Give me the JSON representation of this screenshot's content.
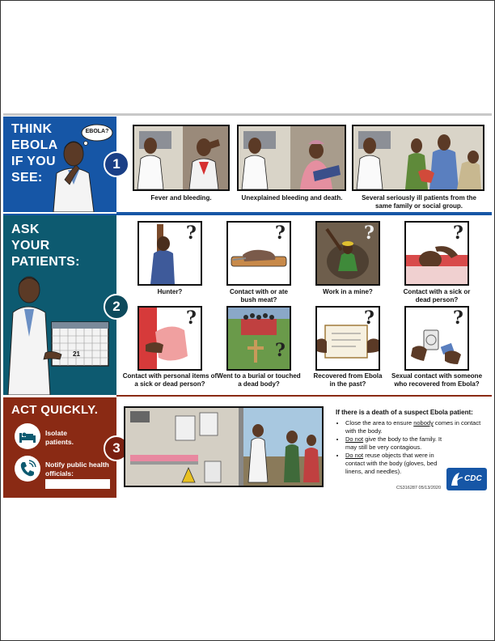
{
  "section1": {
    "heading_lines": [
      "THINK",
      "EBOLA",
      "IF YOU",
      "SEE:"
    ],
    "bubble": "EBOLA?",
    "number": "1",
    "panels": [
      {
        "caption": "Fever and bleeding."
      },
      {
        "caption": "Unexplained bleeding and death."
      },
      {
        "caption": "Several seriously ill patients from the same family or social group."
      }
    ]
  },
  "section2": {
    "heading_lines": [
      "ASK",
      "YOUR",
      "PATIENTS:"
    ],
    "number": "2",
    "calendar_day": "21",
    "panels": [
      {
        "caption": "Hunter?"
      },
      {
        "caption": "Contact with or ate bush meat?"
      },
      {
        "caption": "Work in a mine?"
      },
      {
        "caption": "Contact with a sick or dead person?"
      },
      {
        "caption": "Contact with personal items of a sick or dead person?"
      },
      {
        "caption": "Went to a burial or touched a dead body?"
      },
      {
        "caption": "Recovered from Ebola in the past?"
      },
      {
        "caption": "Sexual contact with someone who recovered from Ebola?"
      }
    ],
    "question_mark": "?"
  },
  "section3": {
    "heading": "ACT QUICKLY.",
    "number": "3",
    "actions": [
      {
        "label": "Isolate patients.",
        "icon": "patient-bed-icon"
      },
      {
        "label": "Notify public health officials:",
        "icon": "phone-icon"
      }
    ],
    "death_heading": "If there is a death of a suspect Ebola patient:",
    "bullets": [
      {
        "pre": "Close the area to ensure ",
        "u": "nobody",
        "post": " comes in contact with the body."
      },
      {
        "pre": "",
        "u": "Do not",
        "post": " give the body to the family. It may still be very contagious."
      },
      {
        "pre": "",
        "u": "Do not",
        "post": " reuse objects that were in contact with the body (gloves, bed linens, and needles)."
      }
    ],
    "code": "CS316287 05/13/2020",
    "logo": "CDC"
  },
  "colors": {
    "blue": "#1656a6",
    "teal": "#0d5a70",
    "rust": "#8a2a14"
  }
}
